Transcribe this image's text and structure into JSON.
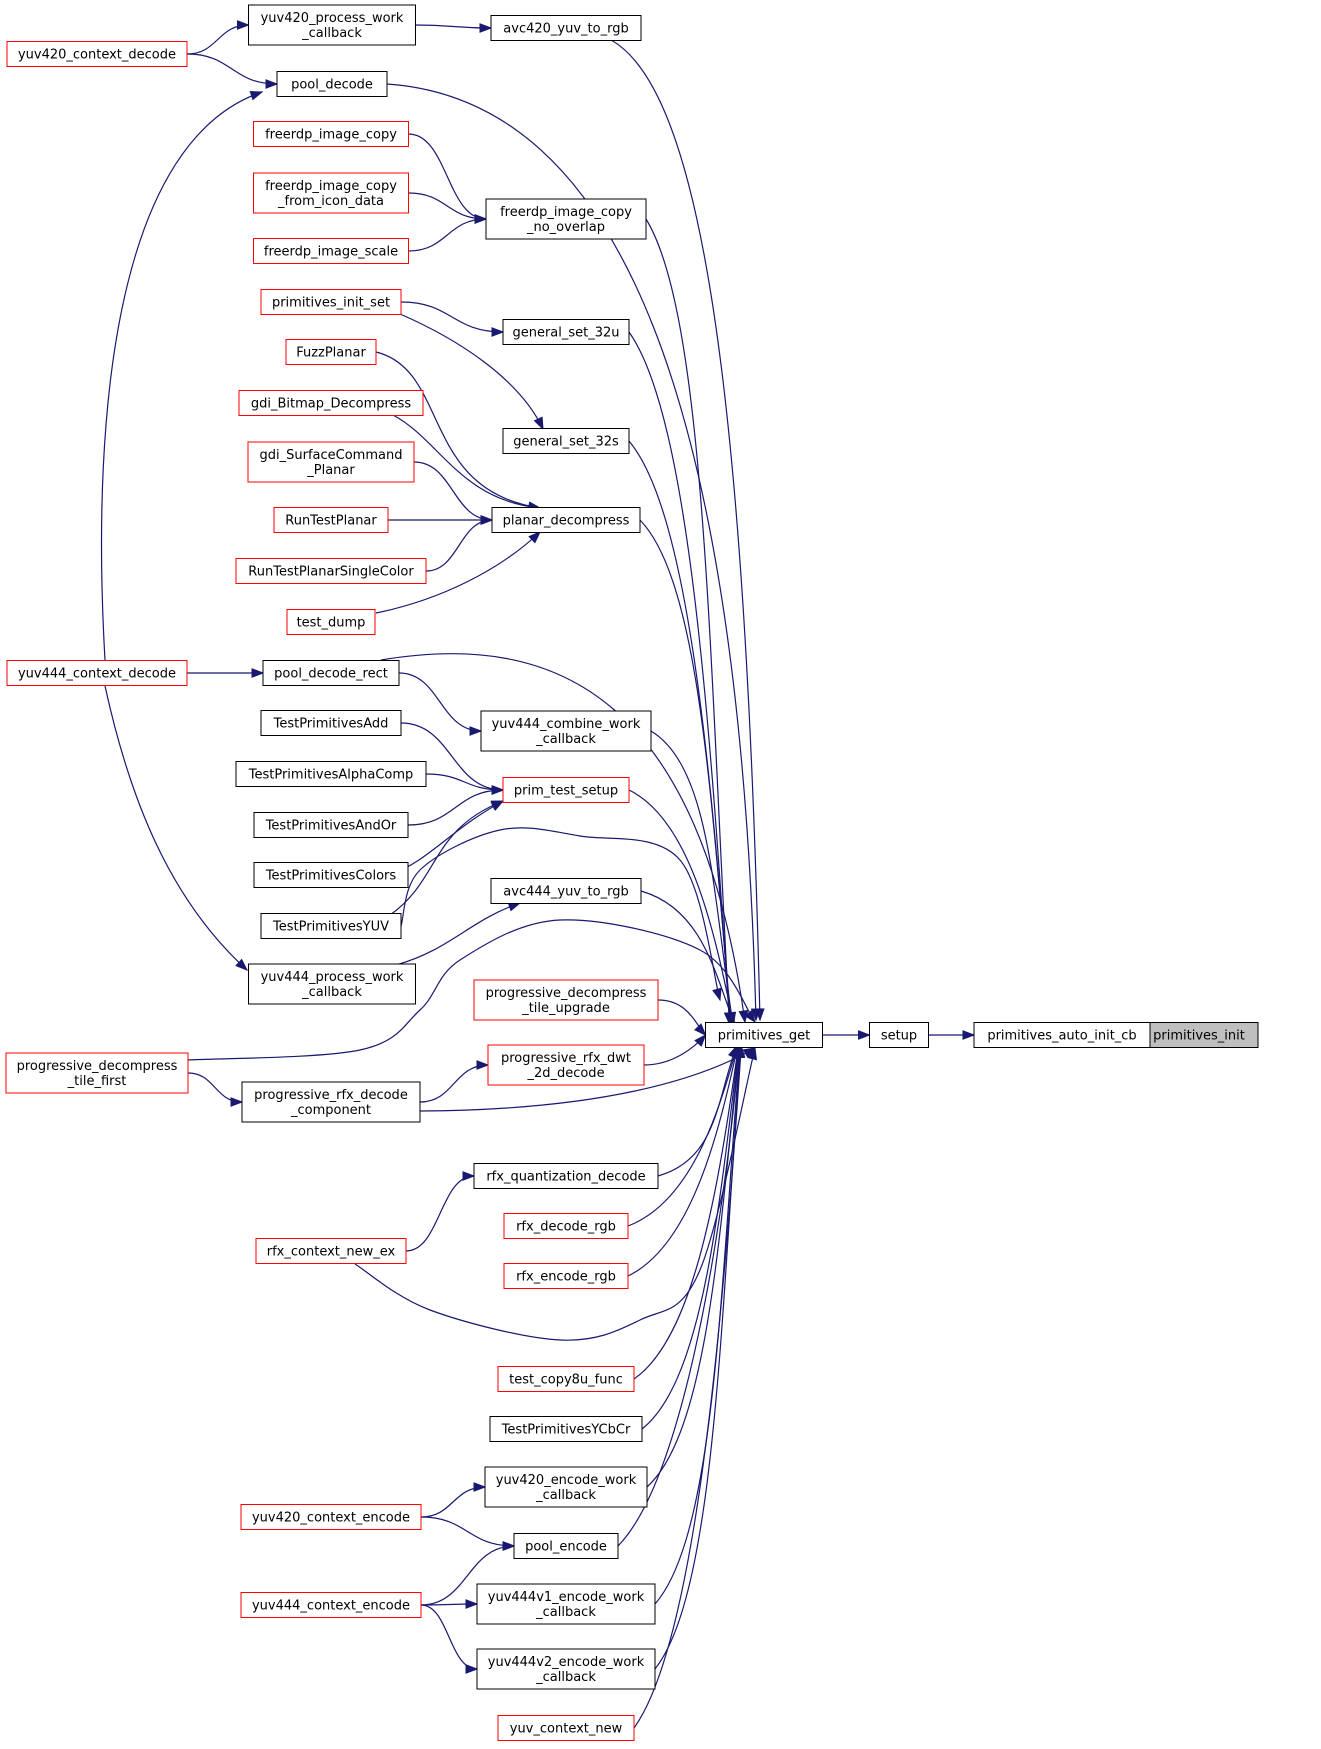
{
  "title": "",
  "colors": {
    "edge": "#191970",
    "node_border": "#000000",
    "node_border_truncated": "#ff0000",
    "root_fill": "#bfbfbf",
    "node_fill": "#ffffff"
  },
  "nodes": [
    {
      "id": "primitives_init",
      "lines": [
        "primitives_init"
      ],
      "border": "root"
    },
    {
      "id": "primitives_auto_init_cb",
      "lines": [
        "primitives_auto_init_cb"
      ],
      "border": "black"
    },
    {
      "id": "setup",
      "lines": [
        "setup"
      ],
      "border": "black"
    },
    {
      "id": "primitives_get",
      "lines": [
        "primitives_get"
      ],
      "border": "black"
    },
    {
      "id": "avc420_yuv_to_rgb",
      "lines": [
        "avc420_yuv_to_rgb"
      ],
      "border": "black"
    },
    {
      "id": "yuv420_process_work_callback",
      "lines": [
        "yuv420_process_work",
        "_callback"
      ],
      "border": "black"
    },
    {
      "id": "yuv420_context_decode",
      "lines": [
        "yuv420_context_decode"
      ],
      "border": "red"
    },
    {
      "id": "pool_decode",
      "lines": [
        "pool_decode"
      ],
      "border": "black"
    },
    {
      "id": "yuv444_context_decode",
      "lines": [
        "yuv444_context_decode"
      ],
      "border": "red"
    },
    {
      "id": "freerdp_image_copy_no_overlap",
      "lines": [
        "freerdp_image_copy",
        "_no_overlap"
      ],
      "border": "black"
    },
    {
      "id": "freerdp_image_copy",
      "lines": [
        "freerdp_image_copy"
      ],
      "border": "red"
    },
    {
      "id": "freerdp_image_copy_from_icon_data",
      "lines": [
        "freerdp_image_copy",
        "_from_icon_data"
      ],
      "border": "red"
    },
    {
      "id": "freerdp_image_scale",
      "lines": [
        "freerdp_image_scale"
      ],
      "border": "red"
    },
    {
      "id": "general_set_32u",
      "lines": [
        "general_set_32u"
      ],
      "border": "black"
    },
    {
      "id": "primitives_init_set",
      "lines": [
        "primitives_init_set"
      ],
      "border": "red"
    },
    {
      "id": "general_set_32s",
      "lines": [
        "general_set_32s"
      ],
      "border": "black"
    },
    {
      "id": "planar_decompress",
      "lines": [
        "planar_decompress"
      ],
      "border": "black"
    },
    {
      "id": "FuzzPlanar",
      "lines": [
        "FuzzPlanar"
      ],
      "border": "red"
    },
    {
      "id": "gdi_Bitmap_Decompress",
      "lines": [
        "gdi_Bitmap_Decompress"
      ],
      "border": "red"
    },
    {
      "id": "gdi_SurfaceCommand_Planar",
      "lines": [
        "gdi_SurfaceCommand",
        "_Planar"
      ],
      "border": "red"
    },
    {
      "id": "RunTestPlanar",
      "lines": [
        "RunTestPlanar"
      ],
      "border": "red"
    },
    {
      "id": "RunTestPlanarSingleColor",
      "lines": [
        "RunTestPlanarSingleColor"
      ],
      "border": "red"
    },
    {
      "id": "test_dump",
      "lines": [
        "test_dump"
      ],
      "border": "red"
    },
    {
      "id": "pool_decode_rect",
      "lines": [
        "pool_decode_rect"
      ],
      "border": "black"
    },
    {
      "id": "yuv444_combine_work_callback",
      "lines": [
        "yuv444_combine_work",
        "_callback"
      ],
      "border": "black"
    },
    {
      "id": "prim_test_setup",
      "lines": [
        "prim_test_setup"
      ],
      "border": "red"
    },
    {
      "id": "TestPrimitivesAdd",
      "lines": [
        "TestPrimitivesAdd"
      ],
      "border": "black"
    },
    {
      "id": "TestPrimitivesAlphaComp",
      "lines": [
        "TestPrimitivesAlphaComp"
      ],
      "border": "black"
    },
    {
      "id": "TestPrimitivesAndOr",
      "lines": [
        "TestPrimitivesAndOr"
      ],
      "border": "black"
    },
    {
      "id": "TestPrimitivesColors",
      "lines": [
        "TestPrimitivesColors"
      ],
      "border": "black"
    },
    {
      "id": "TestPrimitivesYUV",
      "lines": [
        "TestPrimitivesYUV"
      ],
      "border": "black"
    },
    {
      "id": "avc444_yuv_to_rgb",
      "lines": [
        "avc444_yuv_to_rgb"
      ],
      "border": "black"
    },
    {
      "id": "yuv444_process_work_callback",
      "lines": [
        "yuv444_process_work",
        "_callback"
      ],
      "border": "black"
    },
    {
      "id": "progressive_decompress_tile_upgrade",
      "lines": [
        "progressive_decompress",
        "_tile_upgrade"
      ],
      "border": "red"
    },
    {
      "id": "progressive_rfx_dwt_2d_decode",
      "lines": [
        "progressive_rfx_dwt",
        "_2d_decode"
      ],
      "border": "red"
    },
    {
      "id": "progressive_decompress_tile_first",
      "lines": [
        "progressive_decompress",
        "_tile_first"
      ],
      "border": "red"
    },
    {
      "id": "progressive_rfx_decode_component",
      "lines": [
        "progressive_rfx_decode",
        "_component"
      ],
      "border": "black"
    },
    {
      "id": "rfx_quantization_decode",
      "lines": [
        "rfx_quantization_decode"
      ],
      "border": "black"
    },
    {
      "id": "rfx_decode_rgb",
      "lines": [
        "rfx_decode_rgb"
      ],
      "border": "red"
    },
    {
      "id": "rfx_context_new_ex",
      "lines": [
        "rfx_context_new_ex"
      ],
      "border": "red"
    },
    {
      "id": "rfx_encode_rgb",
      "lines": [
        "rfx_encode_rgb"
      ],
      "border": "red"
    },
    {
      "id": "test_copy8u_func",
      "lines": [
        "test_copy8u_func"
      ],
      "border": "red"
    },
    {
      "id": "TestPrimitivesYCbCr",
      "lines": [
        "TestPrimitivesYCbCr"
      ],
      "border": "black"
    },
    {
      "id": "yuv420_encode_work_callback",
      "lines": [
        "yuv420_encode_work",
        "_callback"
      ],
      "border": "black"
    },
    {
      "id": "yuv420_context_encode",
      "lines": [
        "yuv420_context_encode"
      ],
      "border": "red"
    },
    {
      "id": "pool_encode",
      "lines": [
        "pool_encode"
      ],
      "border": "black"
    },
    {
      "id": "yuv444_context_encode",
      "lines": [
        "yuv444_context_encode"
      ],
      "border": "red"
    },
    {
      "id": "yuv444v1_encode_work_callback",
      "lines": [
        "yuv444v1_encode_work",
        "_callback"
      ],
      "border": "black"
    },
    {
      "id": "yuv444v2_encode_work_callback",
      "lines": [
        "yuv444v2_encode_work",
        "_callback"
      ],
      "border": "black"
    },
    {
      "id": "yuv_context_new",
      "lines": [
        "yuv_context_new"
      ],
      "border": "red"
    }
  ],
  "edges": [
    [
      "primitives_auto_init_cb",
      "primitives_init"
    ],
    [
      "setup",
      "primitives_auto_init_cb"
    ],
    [
      "primitives_get",
      "setup"
    ],
    [
      "avc420_yuv_to_rgb",
      "primitives_get"
    ],
    [
      "yuv420_process_work_callback",
      "avc420_yuv_to_rgb"
    ],
    [
      "yuv420_context_decode",
      "yuv420_process_work_callback"
    ],
    [
      "pool_decode",
      "primitives_get"
    ],
    [
      "yuv420_context_decode",
      "pool_decode"
    ],
    [
      "yuv444_context_decode",
      "pool_decode"
    ],
    [
      "freerdp_image_copy_no_overlap",
      "primitives_get"
    ],
    [
      "freerdp_image_copy",
      "freerdp_image_copy_no_overlap"
    ],
    [
      "freerdp_image_copy_from_icon_data",
      "freerdp_image_copy_no_overlap"
    ],
    [
      "freerdp_image_scale",
      "freerdp_image_copy_no_overlap"
    ],
    [
      "general_set_32u",
      "primitives_get"
    ],
    [
      "primitives_init_set",
      "general_set_32u"
    ],
    [
      "general_set_32s",
      "primitives_get"
    ],
    [
      "primitives_init_set",
      "general_set_32s"
    ],
    [
      "planar_decompress",
      "primitives_get"
    ],
    [
      "FuzzPlanar",
      "planar_decompress"
    ],
    [
      "gdi_Bitmap_Decompress",
      "planar_decompress"
    ],
    [
      "gdi_SurfaceCommand_Planar",
      "planar_decompress"
    ],
    [
      "RunTestPlanar",
      "planar_decompress"
    ],
    [
      "RunTestPlanarSingleColor",
      "planar_decompress"
    ],
    [
      "test_dump",
      "planar_decompress"
    ],
    [
      "pool_decode_rect",
      "primitives_get"
    ],
    [
      "yuv444_context_decode",
      "pool_decode_rect"
    ],
    [
      "yuv444_combine_work_callback",
      "primitives_get"
    ],
    [
      "pool_decode_rect",
      "yuv444_combine_work_callback"
    ],
    [
      "prim_test_setup",
      "primitives_get"
    ],
    [
      "TestPrimitivesAdd",
      "prim_test_setup"
    ],
    [
      "TestPrimitivesAlphaComp",
      "prim_test_setup"
    ],
    [
      "TestPrimitivesAndOr",
      "prim_test_setup"
    ],
    [
      "TestPrimitivesColors",
      "prim_test_setup"
    ],
    [
      "TestPrimitivesYUV",
      "prim_test_setup"
    ],
    [
      "TestPrimitivesYUV",
      "primitives_get"
    ],
    [
      "avc444_yuv_to_rgb",
      "primitives_get"
    ],
    [
      "yuv444_process_work_callback",
      "avc444_yuv_to_rgb"
    ],
    [
      "yuv444_context_decode",
      "yuv444_process_work_callback"
    ],
    [
      "progressive_decompress_tile_upgrade",
      "primitives_get"
    ],
    [
      "progressive_rfx_dwt_2d_decode",
      "primitives_get"
    ],
    [
      "progressive_decompress_tile_first",
      "primitives_get"
    ],
    [
      "progressive_decompress_tile_first",
      "progressive_rfx_decode_component"
    ],
    [
      "progressive_rfx_decode_component",
      "primitives_get"
    ],
    [
      "progressive_rfx_decode_component",
      "progressive_rfx_dwt_2d_decode"
    ],
    [
      "rfx_quantization_decode",
      "primitives_get"
    ],
    [
      "rfx_context_new_ex",
      "rfx_quantization_decode"
    ],
    [
      "rfx_decode_rgb",
      "primitives_get"
    ],
    [
      "rfx_context_new_ex",
      "primitives_get"
    ],
    [
      "rfx_encode_rgb",
      "primitives_get"
    ],
    [
      "test_copy8u_func",
      "primitives_get"
    ],
    [
      "TestPrimitivesYCbCr",
      "primitives_get"
    ],
    [
      "yuv420_encode_work_callback",
      "primitives_get"
    ],
    [
      "yuv420_context_encode",
      "yuv420_encode_work_callback"
    ],
    [
      "pool_encode",
      "primitives_get"
    ],
    [
      "yuv420_context_encode",
      "pool_encode"
    ],
    [
      "yuv444_context_encode",
      "pool_encode"
    ],
    [
      "yuv444v1_encode_work_callback",
      "primitives_get"
    ],
    [
      "yuv444_context_encode",
      "yuv444v1_encode_work_callback"
    ],
    [
      "yuv444v2_encode_work_callback",
      "primitives_get"
    ],
    [
      "yuv444_context_encode",
      "yuv444v2_encode_work_callback"
    ],
    [
      "yuv_context_new",
      "primitives_get"
    ]
  ]
}
